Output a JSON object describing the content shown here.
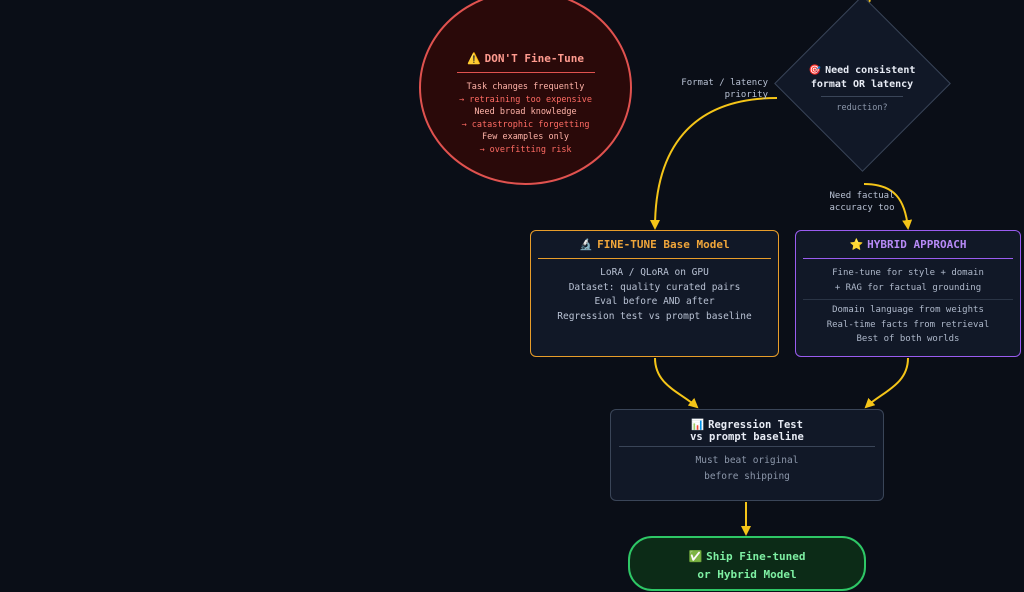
{
  "colors": {
    "background": "#0a0e17",
    "arrow": "#f5c518",
    "danger": "#e0524f",
    "finetune": "#e89d2a",
    "hybrid": "#9a5cf0",
    "success": "#2ec766",
    "neutral": "#3a4558"
  },
  "dont_finetune": {
    "icon": "warning-icon",
    "icon_glyph": "⚠️",
    "title": "DON'T Fine-Tune",
    "items": [
      {
        "reason": "Task changes frequently",
        "consequence": "→ retraining too expensive"
      },
      {
        "reason": "Need broad knowledge",
        "consequence": "→ catastrophic forgetting"
      },
      {
        "reason": "Few examples only",
        "consequence": "→ overfitting risk"
      }
    ]
  },
  "decision": {
    "icon": "target-icon",
    "icon_glyph": "🎯",
    "title_line1": "Need consistent",
    "title_line2": "format OR latency",
    "subtitle": "reduction?"
  },
  "edge_labels": {
    "left_line1": "Format / latency",
    "left_line2": "priority",
    "right_line1": "Need factual",
    "right_line2": "accuracy too"
  },
  "finetune_box": {
    "icon": "microscope-icon",
    "icon_glyph": "🔬",
    "title": "FINE-TUNE Base Model",
    "lines": [
      "LoRA / QLoRA on GPU",
      "Dataset: quality curated pairs",
      "Eval before AND after",
      "Regression test vs prompt baseline"
    ]
  },
  "hybrid_box": {
    "icon": "star-icon",
    "icon_glyph": "⭐",
    "title": "HYBRID APPROACH",
    "lines_top": [
      "Fine-tune for style + domain",
      "+ RAG for factual grounding"
    ],
    "lines_bottom": [
      "Domain language from weights",
      "Real-time facts from retrieval",
      "Best of both worlds"
    ]
  },
  "regression_box": {
    "icon": "chart-icon",
    "icon_glyph": "📊",
    "title_line1": "Regression Test",
    "title_line2": "vs prompt baseline",
    "lines": [
      "Must beat original",
      "before shipping"
    ]
  },
  "ship_node": {
    "icon": "checkmark-icon",
    "icon_glyph": "✅",
    "title_line1": "Ship Fine-tuned",
    "title_line2": "or Hybrid Model"
  }
}
